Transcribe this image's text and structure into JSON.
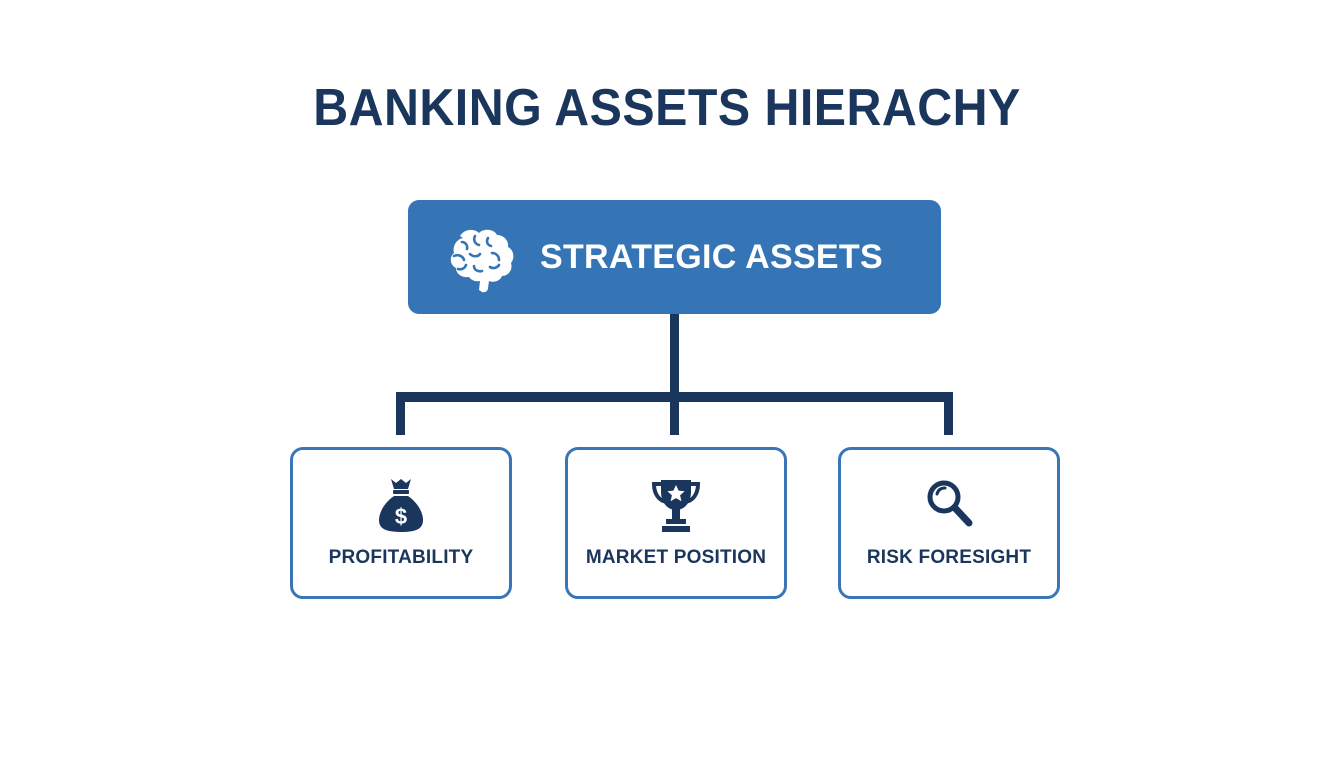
{
  "title": "BANKING ASSETS HIERACHY",
  "colors": {
    "title": "#1b365c",
    "top_box_fill": "#3575b5",
    "connector": "#1b365c",
    "child_border": "#3a76b5",
    "child_text": "#1b365c",
    "icon": "#1b365c"
  },
  "root": {
    "label": "STRATEGIC ASSETS",
    "icon": "brain-icon"
  },
  "children": [
    {
      "label": "PROFITABILITY",
      "icon": "money-bag-icon"
    },
    {
      "label": "MARKET POSITION",
      "icon": "trophy-icon"
    },
    {
      "label": "RISK FORESIGHT",
      "icon": "magnifying-glass-icon"
    }
  ]
}
